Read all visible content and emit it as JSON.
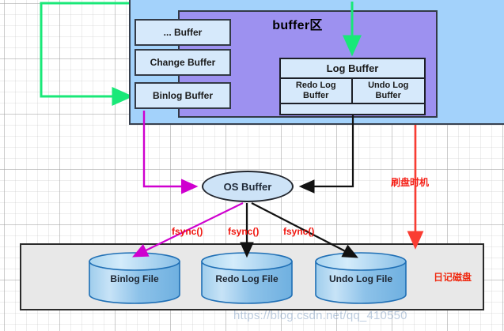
{
  "diagram": {
    "title": "MySQL buffer and log flush diagram",
    "memory_area": {
      "section_title": "buffer区",
      "left_buffers": [
        {
          "label": "...  Buffer"
        },
        {
          "label": "Change Buffer"
        },
        {
          "label": "Binlog Buffer"
        }
      ],
      "log_buffer": {
        "title": "Log Buffer",
        "children": [
          {
            "label": "Redo Log\nBuffer",
            "line1": "Redo Log",
            "line2": "Buffer"
          },
          {
            "label": "Undo Log\nBuffer",
            "line1": "Undo Log",
            "line2": "Buffer"
          }
        ]
      }
    },
    "os_buffer": {
      "label": "OS Buffer"
    },
    "disk": {
      "label": "日记磁盘",
      "files": [
        {
          "label": "Binlog File"
        },
        {
          "label": "Redo Log File"
        },
        {
          "label": "Undo Log File"
        }
      ]
    },
    "edge_labels": {
      "fsync_1": "fsync()",
      "fsync_2": "fsync()",
      "fsync_3": "fsync()",
      "flush_timing": "刷盘时机"
    },
    "watermark": "https://blog.csdn.net/qq_410550",
    "colors": {
      "memory_outer": "#a3d2fb",
      "memory_inner": "#9d91f0",
      "buffer_box": "#d6e9fb",
      "disk_bg": "#e8e8e8",
      "cylinder": "#8fc3ea",
      "green_arrow": "#19e878",
      "magenta_arrow": "#cf00cf",
      "red_arrow": "#fa3c32",
      "black_arrow": "#111111",
      "red_text": "#f0160f"
    }
  }
}
